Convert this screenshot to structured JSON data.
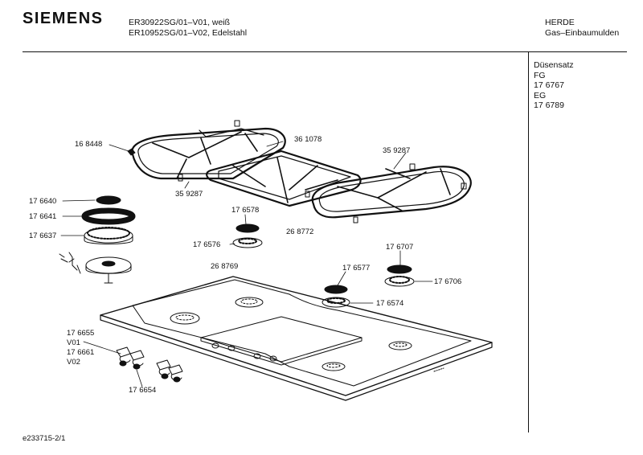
{
  "header": {
    "brand": "SIEMENS",
    "model_line_1": "ER30922SG/01–V01, weiß",
    "model_line_2": "ER10952SG/01–V02, Edelstahl",
    "category_line_1": "HERDE",
    "category_line_2": "Gas–Einbaumulden"
  },
  "sidebar": {
    "title": "Düsensatz",
    "fg_label": "FG",
    "fg_part": "17 6767",
    "eg_label": "EG",
    "eg_part": "17 6789"
  },
  "parts": {
    "p168448": "16 8448",
    "p361078": "36 1078",
    "p359287a": "35 9287",
    "p359287b": "35 9287",
    "p176640": "17 6640",
    "p176641": "17 6641",
    "p176637": "17 6637",
    "p176578": "17 6578",
    "p176576": "17 6576",
    "p268772": "26 8772",
    "p268769": "26 8769",
    "p176707": "17 6707",
    "p176577": "17 6577",
    "p176706": "17 6706",
    "p176574": "17 6574",
    "p176655": "17 6655",
    "v01": "V01",
    "p176661": "17 6661",
    "v02": "V02",
    "p176654": "17 6654"
  },
  "footer": {
    "drawing_id": "e233715-2/1"
  }
}
